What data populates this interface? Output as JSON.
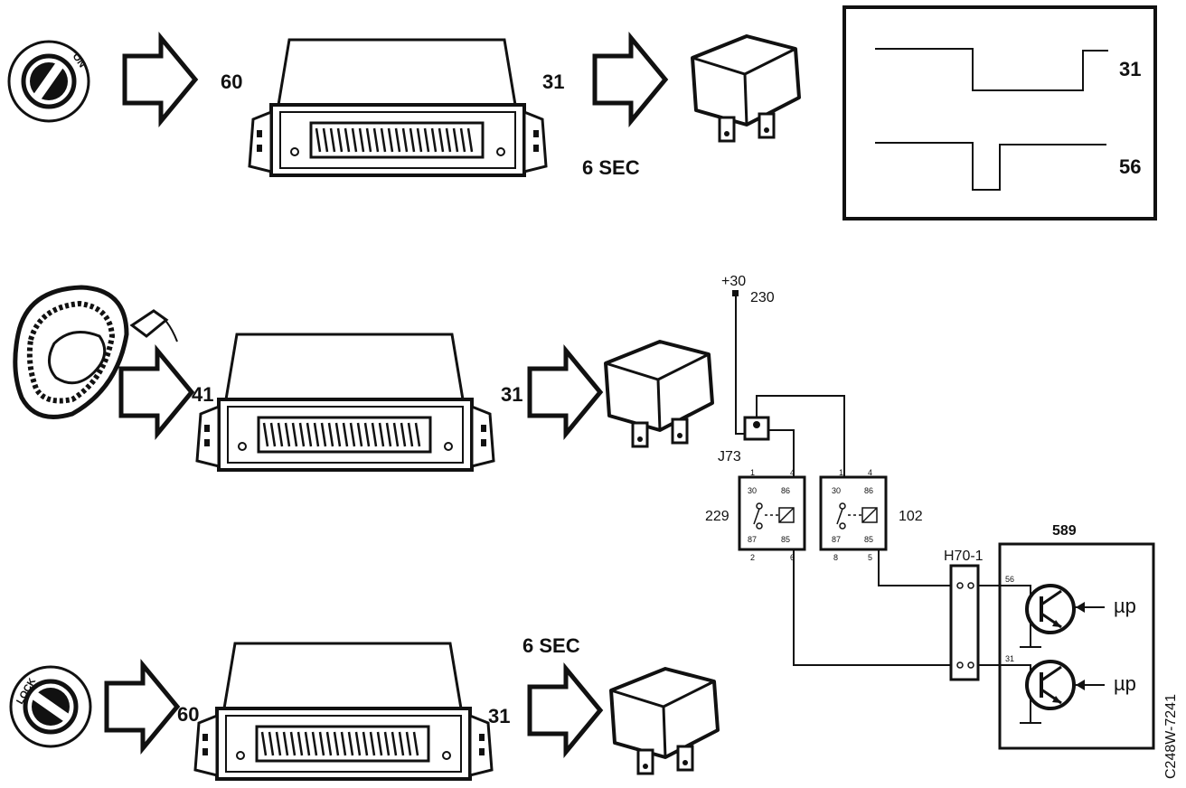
{
  "row1": {
    "switch_label": "ON",
    "input_signal": "60",
    "output_signal": "31",
    "duration": "6 SEC"
  },
  "row2": {
    "input_signal": "41",
    "output_signal": "31"
  },
  "row3": {
    "switch_label": "LOCK",
    "input_signal": "60",
    "output_signal": "31",
    "duration": "6 SEC"
  },
  "waveform": {
    "trace_top_label": "31",
    "trace_bottom_label": "56"
  },
  "schematic": {
    "supply": "+30",
    "supply_wire": "230",
    "junction": "J73",
    "relay_left": "229",
    "relay_right": "102",
    "connector": "H70-1",
    "module": "589",
    "relay_left_pins": {
      "p1": "1",
      "p4": "4",
      "p30": "30",
      "p86": "86",
      "p87": "87",
      "p85": "85",
      "p2": "2",
      "p6": "6"
    },
    "relay_right_pins": {
      "p1": "1",
      "p4": "4",
      "p30": "30",
      "p86": "86",
      "p87": "87",
      "p85": "85",
      "p8": "8",
      "p5": "5"
    },
    "connector_pins": {
      "upper": "56",
      "lower": "31"
    },
    "mp_upper": "µp",
    "mp_lower": "µp"
  },
  "figure_code": "C248W-7241"
}
